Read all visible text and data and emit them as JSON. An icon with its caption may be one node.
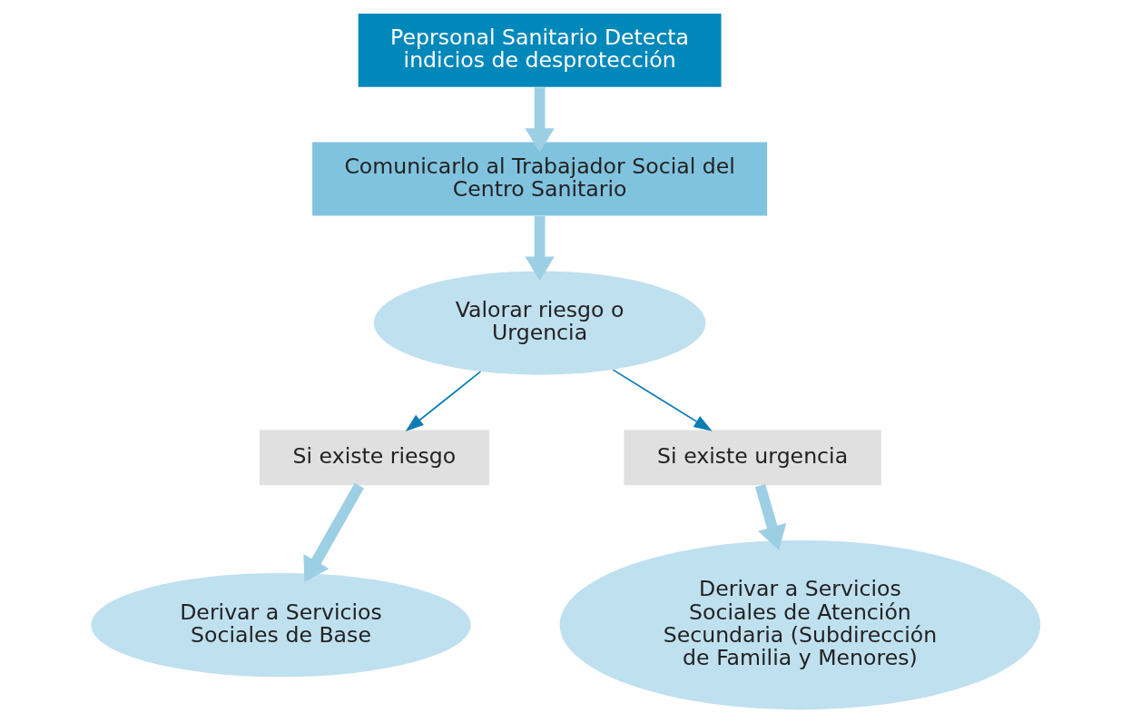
{
  "diagram": {
    "nodes": [
      {
        "text": [
          "Peprsonal Sanitario Detecta indicios de desprotección"
        ]
      },
      {
        "text": [
          "Comunicarlo al Trabajador Social del Centro Sanitario"
        ]
      },
      {
        "text": [
          "Valorar riesgo o Urgencia"
        ]
      },
      {
        "text": [
          "Si existe riesgo"
        ]
      },
      {
        "text": [
          "Si existe urgencia"
        ]
      },
      {
        "text": [
          "Derivar a Servicios Sociales de Base"
        ]
      },
      {
        "text": [
          "Derivar a Servicios Sociales de Atención Secundaria (Subdirección de Familia y Menores)"
        ]
      }
    ],
    "edges": [
      {
        "from": 0,
        "to": 1,
        "arrow": "to"
      },
      {
        "from": 1,
        "to": 2,
        "arrow": "to"
      },
      {
        "from": 2,
        "to": 3,
        "arrow": "to",
        "color": "#0b7db5"
      },
      {
        "from": 2,
        "to": 4,
        "arrow": "to",
        "color": "#0b7db5"
      },
      {
        "from": 3,
        "to": 5,
        "arrow": "to"
      },
      {
        "from": 4,
        "to": 6,
        "arrow": "to"
      }
    ]
  }
}
